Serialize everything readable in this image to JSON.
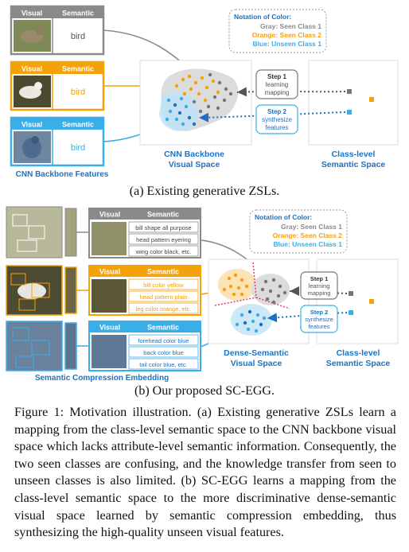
{
  "colors": {
    "gray": "#8a8a8a",
    "orange": "#f5a10a",
    "blue": "#3aaee8",
    "dark_blue": "#1f6fc0",
    "caption_blue": "#1a73c9"
  },
  "panel_a": {
    "header_visual": "Visual",
    "header_semantic": "Semantic",
    "rows": [
      {
        "semantic": "bird",
        "color": "gray"
      },
      {
        "semantic": "bird",
        "color": "orange"
      },
      {
        "semantic": "bird",
        "color": "blue"
      }
    ],
    "features_label": "CNN Backbone Features",
    "space_label_line1": "CNN Backbone",
    "space_label_line2": "Visual Space",
    "semantic_space_line1": "Class-level",
    "semantic_space_line2": "Semantic Space",
    "legend": {
      "title": "Notation of Color:",
      "gray": "Gray: Seen Class 1",
      "orange": "Orange: Seen Class 2",
      "blue": "Blue: Unseen Class 1"
    },
    "step1": {
      "title": "Step 1",
      "line1": "learning",
      "line2": "mapping"
    },
    "step2": {
      "title": "Step 2",
      "line1": "synthesize",
      "line2": "features"
    },
    "subcaption": "(a) Existing generative ZSLs."
  },
  "panel_b": {
    "header_visual": "Visual",
    "header_semantic": "Semantic",
    "gray_attrs": [
      "bill shape all purpose",
      "head pattern eyering",
      "wing color black, etc."
    ],
    "orange_attrs": [
      "bill color yellow",
      "head pattern plain",
      "leg color orange, etc."
    ],
    "blue_attrs": [
      "forehead color blue",
      "back color blue",
      "tail color blue, etc."
    ],
    "embedding_label": "Semantic Compression Embedding",
    "space_label_line1": "Dense-Semantic",
    "space_label_line2": "Visual Space",
    "semantic_space_line1": "Class-level",
    "semantic_space_line2": "Semantic Space",
    "legend": {
      "title": "Notation of Color:",
      "gray": "Gray: Seen Class 1",
      "orange": "Orange: Seen Class 2",
      "blue": "Blue: Unseen Class 1"
    },
    "step1": {
      "title": "Step 1",
      "line1": "learning",
      "line2": "mapping"
    },
    "step2": {
      "title": "Step 2",
      "line1": "synthesize",
      "line2": "features"
    },
    "subcaption": "(b) Our proposed SC-EGG."
  },
  "caption": "Figure 1: Motivation illustration. (a) Existing generative ZSLs learn a mapping from the class-level semantic space to the CNN backbone visual space which lacks attribute-level semantic information. Consequently, the two seen classes are confusing, and the knowledge transfer from seen to unseen classes is also limited. (b) SC-EGG learns a mapping from the class-level semantic space to the more discriminative dense-semantic visual space learned by semantic compression embedding, thus synthesizing the high-quality unseen visual features."
}
